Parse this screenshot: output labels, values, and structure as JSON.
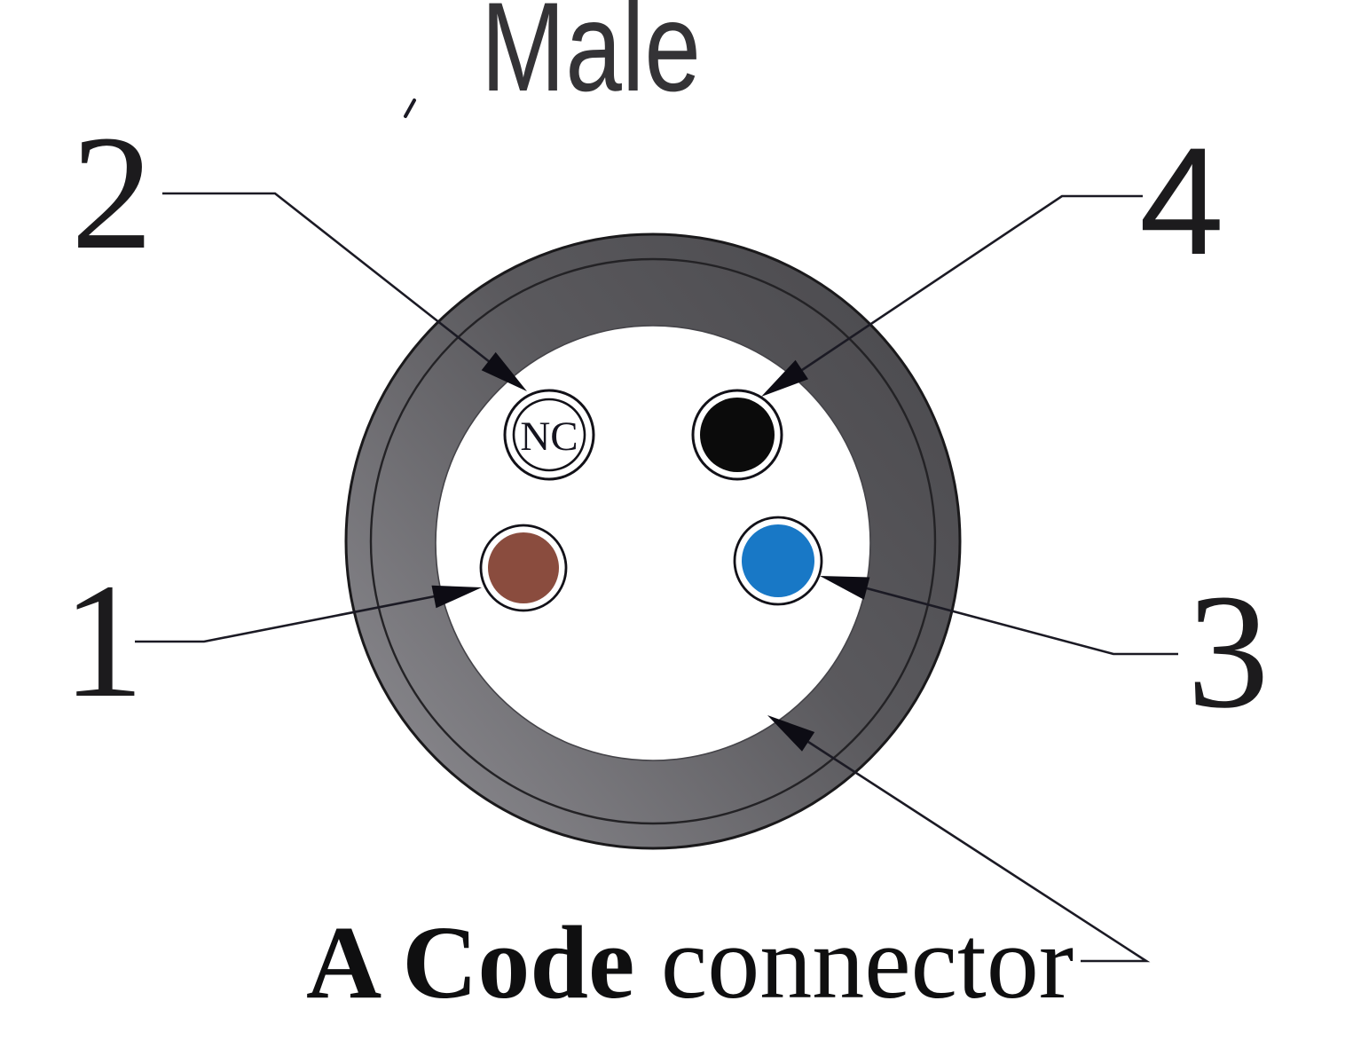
{
  "title": "Male",
  "caption": {
    "bold": "A Code",
    "regular": " connector"
  },
  "connector": {
    "body_light": "#8a898e",
    "body_mid": "#5a595d",
    "body_dark": "#4a494d",
    "face_color": "#ffffff"
  },
  "pins": {
    "pin1": {
      "number": "1",
      "wire_color": "#8a4c3e"
    },
    "pin2": {
      "number": "2",
      "label": "NC"
    },
    "pin3": {
      "number": "3",
      "wire_color": "#1878c6"
    },
    "pin4": {
      "number": "4",
      "wire_color": "#0b0b0b"
    }
  },
  "colors": {
    "ink": "#1b1a24"
  }
}
